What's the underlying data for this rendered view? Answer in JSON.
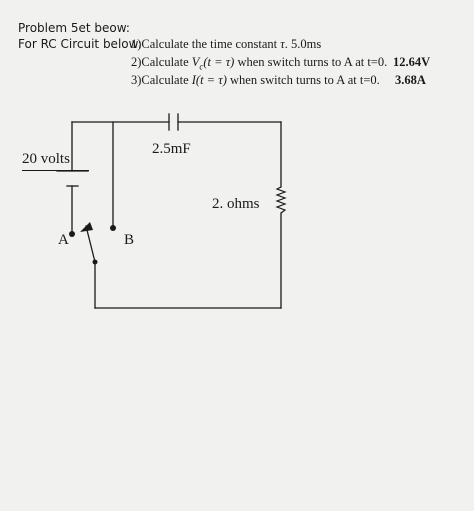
{
  "header": {
    "title": "Problem 5et beow:",
    "circuit_label": "For RC Circuit below:"
  },
  "questions": [
    {
      "num": "1)",
      "text": "Calculate the time constant",
      "symbol": "τ",
      "tail": ". 5.0ms",
      "answer": ""
    },
    {
      "num": "2)",
      "text": "Calculate",
      "expr": "V",
      "sub": "c",
      "arg": "(t = τ)",
      "tail": "when switch turns to A at t=0.",
      "answer": "12.64V"
    },
    {
      "num": "3)",
      "text": "Calculate",
      "expr": "I",
      "arg": "(t = τ)",
      "tail": "when switch turns to A at t=0.",
      "answer": "3.68A"
    }
  ],
  "circuit": {
    "source_label": "20 volts",
    "capacitor_label": "2.5mF",
    "resistor_label": "2. ohms",
    "switch_a": "A",
    "switch_b": "B"
  }
}
